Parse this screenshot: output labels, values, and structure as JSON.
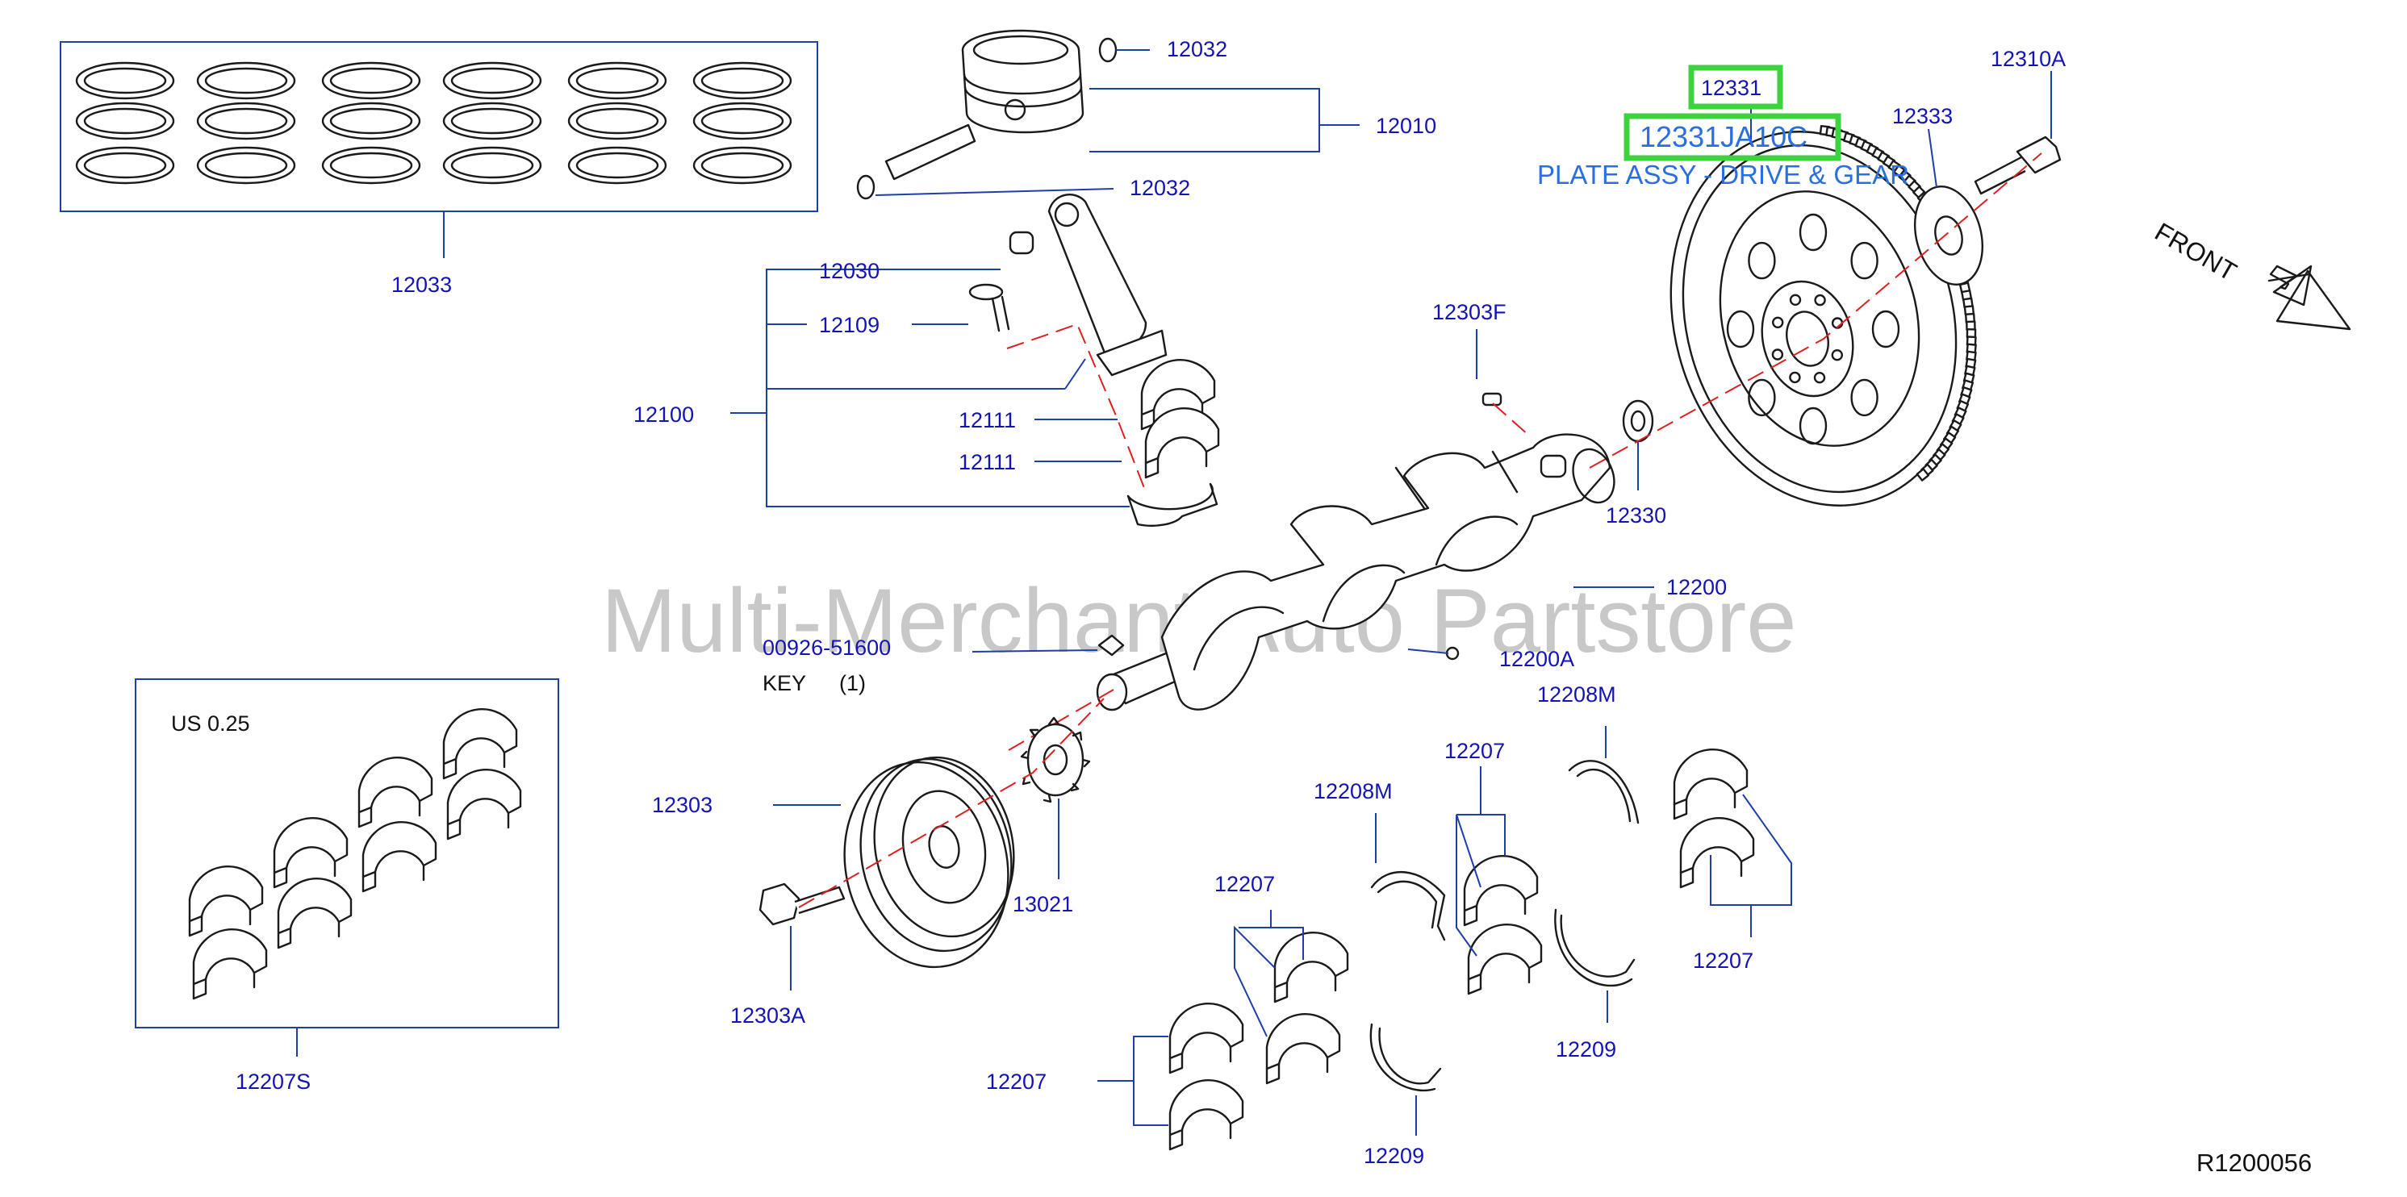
{
  "labels": {
    "p12032_top": "12032",
    "p12010": "12010",
    "p12032_bot": "12032",
    "p12033": "12033",
    "p12030": "12030",
    "p12109": "12109",
    "p12100": "12100",
    "p12111_a": "12111",
    "p12111_b": "12111",
    "p12331": "12331",
    "p12310A": "12310A",
    "p12333": "12333",
    "p12303F": "12303F",
    "p12330": "12330",
    "p12200": "12200",
    "p12200A": "12200A",
    "p00926": "00926-51600",
    "p12303": "12303",
    "p13021": "13021",
    "p12303A": "12303A",
    "p12208M_a": "12208M",
    "p12208M_b": "12208M",
    "p12207_a": "12207",
    "p12207_b": "12207",
    "p12207_c": "12207",
    "p12207_d": "12207",
    "p12209_a": "12209",
    "p12209_b": "12209",
    "p12207S": "12207S"
  },
  "selected": {
    "part_number": "12331JA10C",
    "description": "PLATE ASSY - DRIVE & GEAR"
  },
  "key_note": {
    "label": "KEY",
    "qty": "(1)"
  },
  "undersize_note": "US   0.25",
  "front_label": "FRONT",
  "watermark": "Multi-Merchant Auto Partstore",
  "diagram_id": "R1200056",
  "colors": {
    "label": "#1414b4",
    "highlight": "#3ed23e",
    "selected_text": "#2a6fe0",
    "center_line": "#e02020"
  }
}
